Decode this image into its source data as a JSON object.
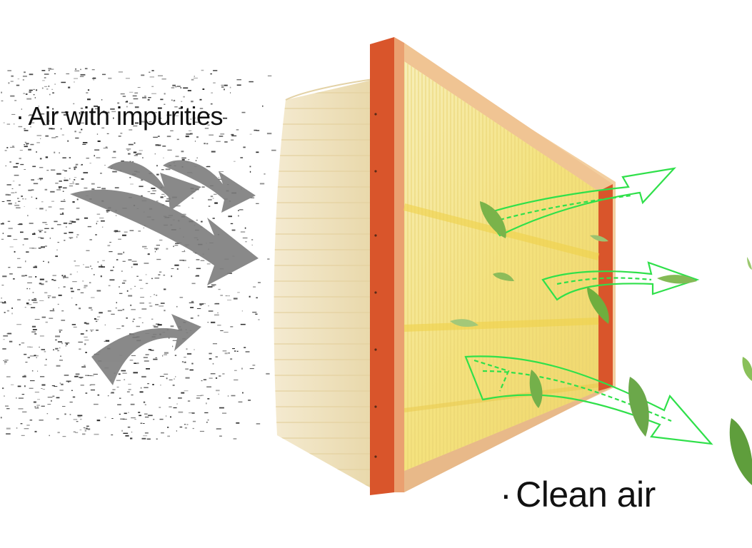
{
  "image": {
    "subject": "panel air filter cross-flow illustration",
    "background_color": "#ffffff"
  },
  "captions": {
    "impurities": {
      "bullet": "·",
      "text": "Air with impurities"
    },
    "clean": {
      "bullet": "·",
      "text": "Clean air"
    }
  },
  "icons": {
    "dirty_arrows": "gray-curved-arrow-icon",
    "clean_arrows": "green-outline-arrow-icon",
    "leaves": "green-leaf-icon"
  },
  "colors": {
    "dust": "#1a1a1a",
    "dirty_arrow": "#7a7a7a",
    "filter_frame": "#d9542a",
    "filter_rim": "#f2c89a",
    "filter_media": "#f6e9a6",
    "filter_side": "#efe2c0",
    "clean_arrow": "#2fe04a",
    "leaf": "#6fb34a"
  }
}
